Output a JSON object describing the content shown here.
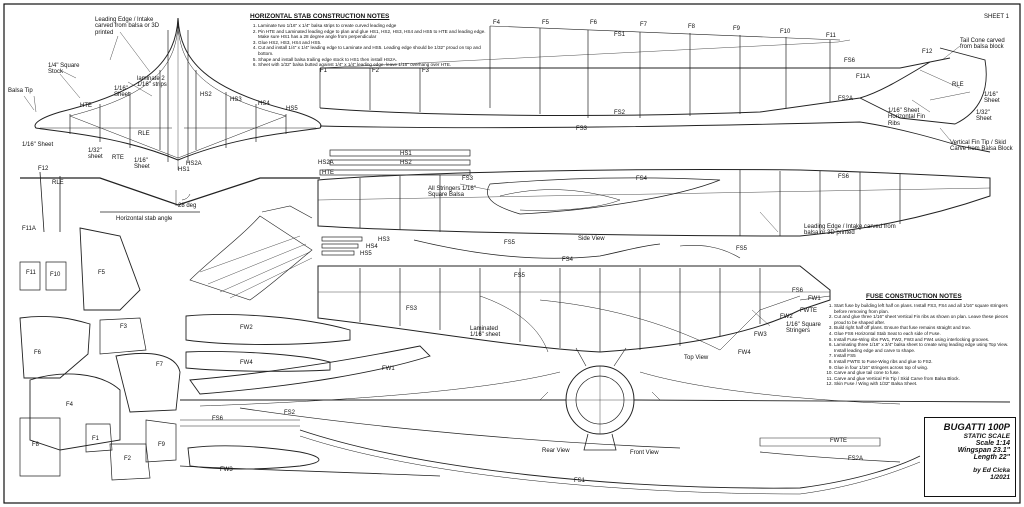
{
  "sheet_label": "SHEET 1",
  "hstab_notes": {
    "title": "HORIZONTAL STAB CONSTRUCTION NOTES",
    "items": [
      "Laminate two 1/16\" x 1/4\" balsa strips to create curved leading edge",
      "Pin HTE and Laminated leading edge to plan and glue HS1, HS2, HS3, HS4 and HS5 to HTE and leading edge. Make sure HS1 has a 28 degree angle from perpendicular",
      "Glue HS2, HS3, HS4 and HS5.",
      "Cut and install 1/4\" x 1/4\" leading edge to Laminate and HS5. Leading edge should be 1/32\" proud on top and bottom.",
      "Shape and install balsa trailing edge stock to HS1 then install HS2A.",
      "Sheet with 1/32\" balsa butted against 1/4\" x 1/4\" leading edge. leave 1/16\" overhang over HTE."
    ]
  },
  "fuse_notes": {
    "title": "FUSE CONSTRUCTION NOTES",
    "items": [
      "Start fuse by building left half on plans. Install FS3, FS4 and all 1/16\" square stringers before removing from plan.",
      "Cut and glue three 1/16\" sheet Vertical Fin ribs as shown on plan. Leave these pieces proud to be shaped after.",
      "Build right half off plans. Ensure that fuse remains straight and true.",
      "Glue FS6 Horizontal Stab Seat to each side of Fuse.",
      "Install Fuse-Wing ribs FW1, FW2, FW3 and FW4 using interlocking grooves.",
      "Laminating three 1/16\" x 3/4\" balsa sheet to create wing leading edge using Top View. Install leading edge and carve to shape.",
      "Install FS5",
      "Install FWTE to Fuse-Wing ribs and glue to FS2.",
      "Glue in four 1/16\" stringers across top of wing.",
      "Carve and glue tail cone to fuse.",
      "Carve and glue Vertical Fin Tip / Skid Carve from Balsa Block.",
      "Skin Fuse / Wing with 1/32\" Balsa Sheet."
    ]
  },
  "title_block": {
    "name": "BUGATTI 100P",
    "kind": "STATIC SCALE",
    "scale": "Scale 1:14",
    "wingspan": "Wingspan 23.1\"",
    "length": "Length 22\"",
    "author": "by Ed Cicka",
    "date": "1/2021"
  },
  "hstab_labels": {
    "le_intake": "Leading Edge / Intake carved from balsa or 3D printed",
    "quarter_stock": "1/4\" Square Stock",
    "balsa_tip": "Balsa Tip",
    "laminate": "laminate 2 1/16\" strips",
    "sheet_16": "1/16\" Sheet",
    "hte": "HTE",
    "hs2": "HS2",
    "hs3": "HS3",
    "hs4": "HS4",
    "hs5": "HS5",
    "rle": "RLE",
    "sheet_32": "1/32\" sheet",
    "sheet_16b": "1/16\" Sheet",
    "rte": "RTE",
    "sheet_16c": "1/16\" Sheet",
    "hs2a": "HS2A",
    "hs1": "HS1",
    "stab_angle": "Horizontal stab angle",
    "deg": "28 deg"
  },
  "fuse_labels": {
    "f1": "F1",
    "f2": "F2",
    "f3": "F3",
    "f4": "F4",
    "f5": "F5",
    "f6": "F6",
    "f7": "F7",
    "f8": "F8",
    "f9": "F9",
    "f10": "F10",
    "f11": "F11",
    "f12": "F12",
    "f11a": "F11A",
    "fs1": "FS1",
    "fs2": "FS2",
    "fs3": "FS3",
    "fs4": "FS4",
    "fs5": "FS5",
    "fs6": "FS6",
    "fs2a": "FS2A",
    "rle": "RLE",
    "tail_cone": "Tail Cone carved from balsa block",
    "hfin_ribs": "1/16\" Sheet Horizontal Fin Ribs",
    "sheet_16": "1/16\" Sheet",
    "sheet_32": "1/32\" Sheet",
    "vfin_tip": "Vertical Fin Tip / Skid Carve from Balsa Block",
    "stringers": "All Stringers 1/16\" Square Balsa",
    "le_intake": "Leading Edge / Intake carved from balsa or 3D printed",
    "side_view": "Side View",
    "top_view": "Top View",
    "rear_view": "Rear View",
    "front_view": "Front View",
    "laminated": "Laminated 1/16\" sheet",
    "sq_stringers": "1/16\" Square Stringers",
    "fw1": "FW1",
    "fw2": "FW2",
    "fw3": "FW3",
    "fw4": "FW4",
    "fwte": "FWTE"
  },
  "parts_labels": {
    "f12": "F12",
    "rle": "RLE",
    "f11a": "F11A",
    "f11": "F11",
    "f10": "F10",
    "f5": "F5",
    "f3": "F3",
    "f6": "F6",
    "f7": "F7",
    "f4": "F4",
    "f8": "F8",
    "f1": "F1",
    "f2": "F2",
    "f9": "F9",
    "fw2": "FW2",
    "fw4": "FW4",
    "fw1": "FW1",
    "fs2": "FS2",
    "fs6": "FS6",
    "fw3": "FW3",
    "fs1": "FS1",
    "fs5": "FS5",
    "fwte": "FWTE",
    "fs2a": "FS2A",
    "hs1": "HS1",
    "hs2a": "HS2A",
    "hs2": "HS2",
    "hte": "HTE",
    "hs3": "HS3",
    "hs4": "HS4",
    "hs5": "HS5"
  }
}
